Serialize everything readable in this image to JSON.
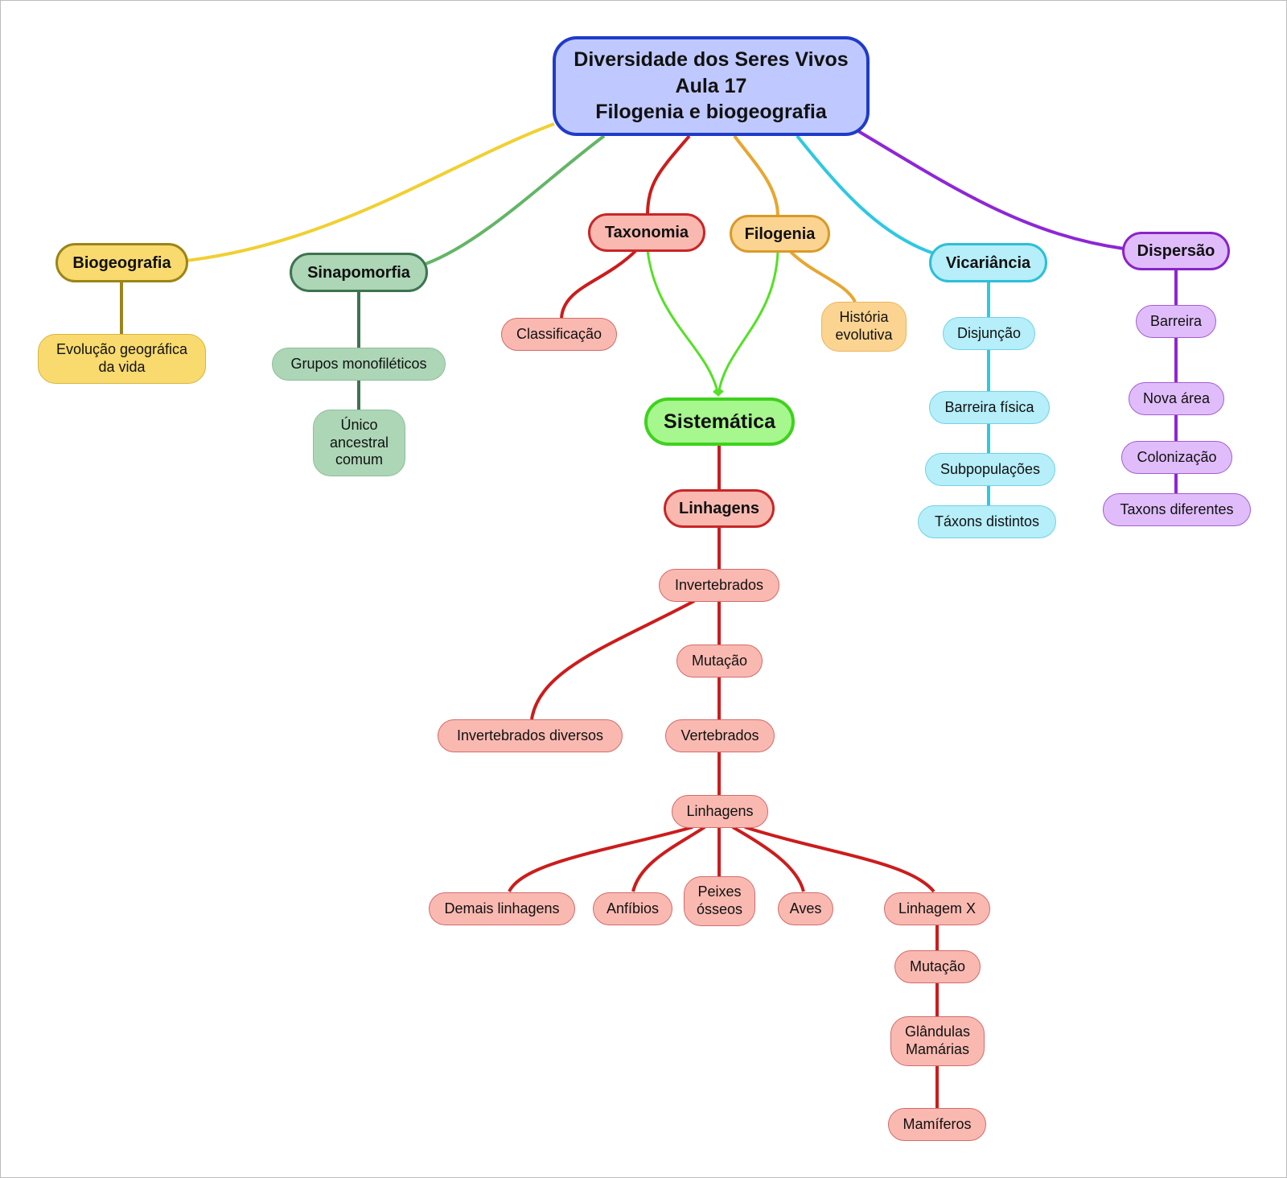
{
  "center": {
    "line1": "Diversidade dos Seres Vivos",
    "line2": "Aula 17",
    "line3": "Filogenia e biogeografia"
  },
  "colors": {
    "main_fill": "#c0c9ff",
    "main_border": "#1f3bc8",
    "yellow_line": "#f0d032",
    "yellow_fill": "#f8da6e",
    "yellow_border": "#9c8418",
    "yellow_leaf_border": "#d7b642",
    "yellow_stem": "#9c8420",
    "green_line": "#63b566",
    "green_fill": "#acd6b6",
    "green_border": "#3d7350",
    "green_stem": "#3d7350",
    "red_line": "#cc1c1c",
    "red_fill": "#f9b9b1",
    "red_border": "#c92626",
    "red_leaf_border": "#d46a6a",
    "orange_line": "#e8a630",
    "orange_fill": "#fbd492",
    "orange_border": "#d99a29",
    "cyan_line": "#2ec8e2",
    "cyan_fill": "#b6eef9",
    "cyan_border": "#2bbfd8",
    "cyan_leaf_border": "#6fd3e6",
    "purple_line": "#8e26d6",
    "purple_fill": "#e0bdfa",
    "purple_border": "#8a23c8",
    "purple_leaf_border": "#a45dd3",
    "lime_line": "#55e026",
    "lime_fill": "#a6f78d",
    "lime_border": "#3ed21c"
  },
  "branches": {
    "biogeografia": {
      "label": "Biogeografia",
      "children": [
        "Evolução geográfica\nda vida"
      ]
    },
    "sinapomorfia": {
      "label": "Sinapomorfia",
      "children": [
        "Grupos monofiléticos",
        "Único\nancestral\ncomum"
      ]
    },
    "taxonomia": {
      "label": "Taxonomia",
      "children": [
        "Classificação"
      ]
    },
    "filogenia": {
      "label": "Filogenia",
      "children": [
        "História\nevolutiva"
      ]
    },
    "vicariancia": {
      "label": "Vicariância",
      "children": [
        "Disjunção",
        "Barreira física",
        "Subpopulações",
        "Táxons distintos"
      ]
    },
    "dispersao": {
      "label": "Dispersão",
      "children": [
        "Barreira",
        "Nova área",
        "Colonização",
        "Taxons diferentes"
      ]
    }
  },
  "sistematica": {
    "label": "Sistemática",
    "linhagens": "Linhagens",
    "invertebrados": "Invertebrados",
    "invertebrados_diversos": "Invertebrados diversos",
    "mutacao": "Mutação",
    "vertebrados": "Vertebrados",
    "linhagens2": "Linhagens",
    "demais": "Demais linhagens",
    "anfibios": "Anfíbios",
    "peixes": "Peixes\nósseos",
    "aves": "Aves",
    "linhagem_x": "Linhagem X",
    "mutacao2": "Mutação",
    "glandulas": "Glândulas\nMamárias",
    "mamiferos": "Mamíferos"
  }
}
